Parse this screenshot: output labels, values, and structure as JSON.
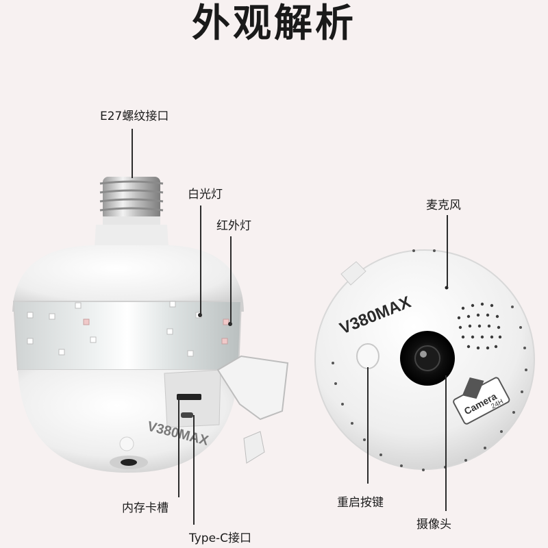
{
  "title": "外观解析",
  "labels": {
    "e27": "E27螺纹接口",
    "white_light": "白光灯",
    "infrared": "红外灯",
    "memory_slot": "内存卡槽",
    "typec": "Type-C接口",
    "microphone": "麦克风",
    "reset": "重启按键",
    "camera": "摄像头"
  },
  "branding": {
    "model_left": "V380MAX",
    "model_right": "V380MAX",
    "badge_text": "Camera",
    "badge_sub": "24H"
  },
  "colors": {
    "background": "#f7f1f1",
    "body_white": "#f4f4f4",
    "lens_black": "#111111"
  }
}
